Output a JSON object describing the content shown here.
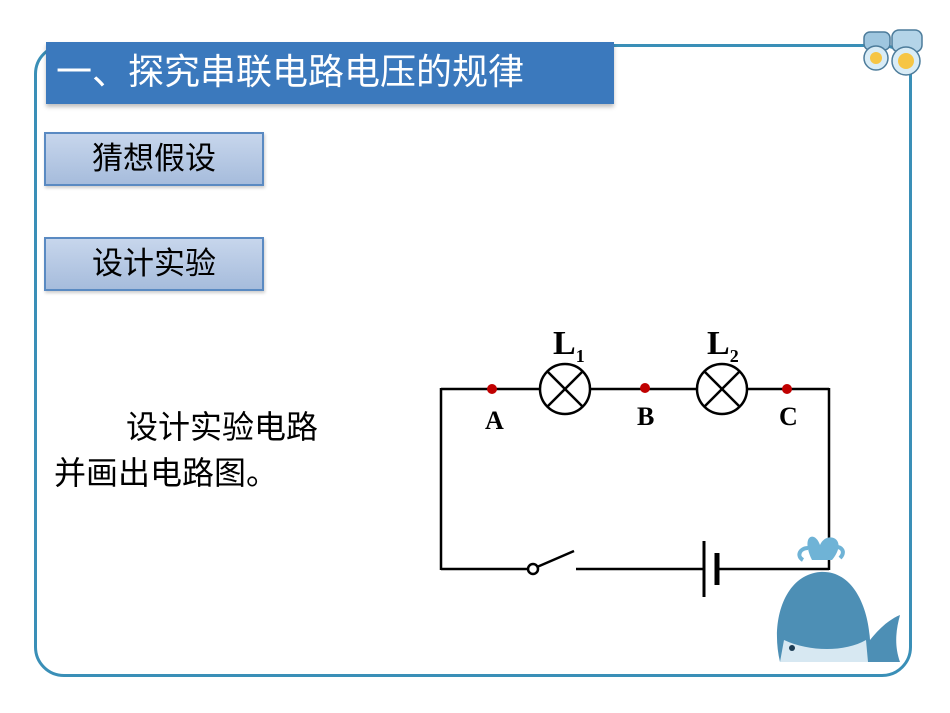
{
  "title": "一、探究串联电路电压的规律",
  "sections": [
    {
      "label": "猜想假设"
    },
    {
      "label": "设计实验"
    }
  ],
  "description": {
    "line1": "设计实验电路",
    "line2": "并画出电路图。"
  },
  "circuit": {
    "lamps": [
      {
        "name": "L",
        "subscript": "1"
      },
      {
        "name": "L",
        "subscript": "2"
      }
    ],
    "points": [
      "A",
      "B",
      "C"
    ]
  },
  "decorations": [
    "binoculars-icon",
    "whale-icon"
  ],
  "colors": {
    "frame": "#3a8fb7",
    "title_bg": "#3b79bd",
    "node": "#c00000",
    "whale": "#4d8fb5"
  }
}
